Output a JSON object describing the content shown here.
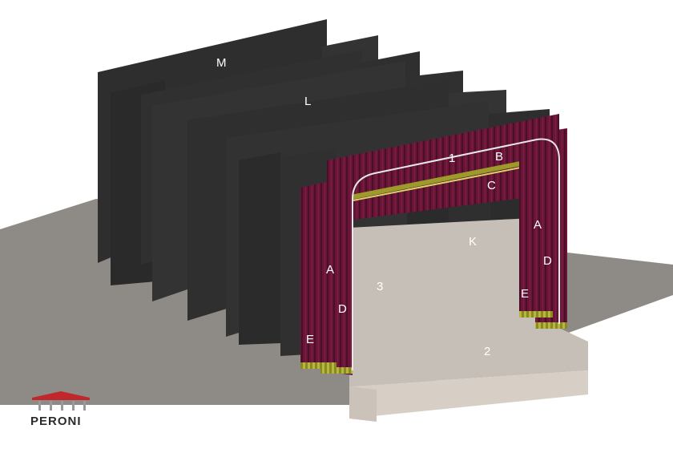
{
  "logo": {
    "text": "PERONI",
    "color": "#c0282d"
  },
  "colors": {
    "floor": "#8e8a86",
    "stage_top": "#c6bfb7",
    "stage_front": "#d7cfc6",
    "flat": "#2e2e2e",
    "flat_edge": "#1f1f1f",
    "curtain": "#6a1537",
    "curtain_dark": "#4b0e27",
    "fringe": "#9c9a2b",
    "arc_line": "#e8e8e8"
  },
  "labels": {
    "M": "M",
    "L": "L",
    "one": "1",
    "B": "B",
    "C": "C",
    "K": "K",
    "A_left": "A",
    "D_left": "D",
    "E_left": "E",
    "three": "3",
    "A_right": "A",
    "D_right": "D",
    "E_right": "E",
    "two": "2"
  }
}
